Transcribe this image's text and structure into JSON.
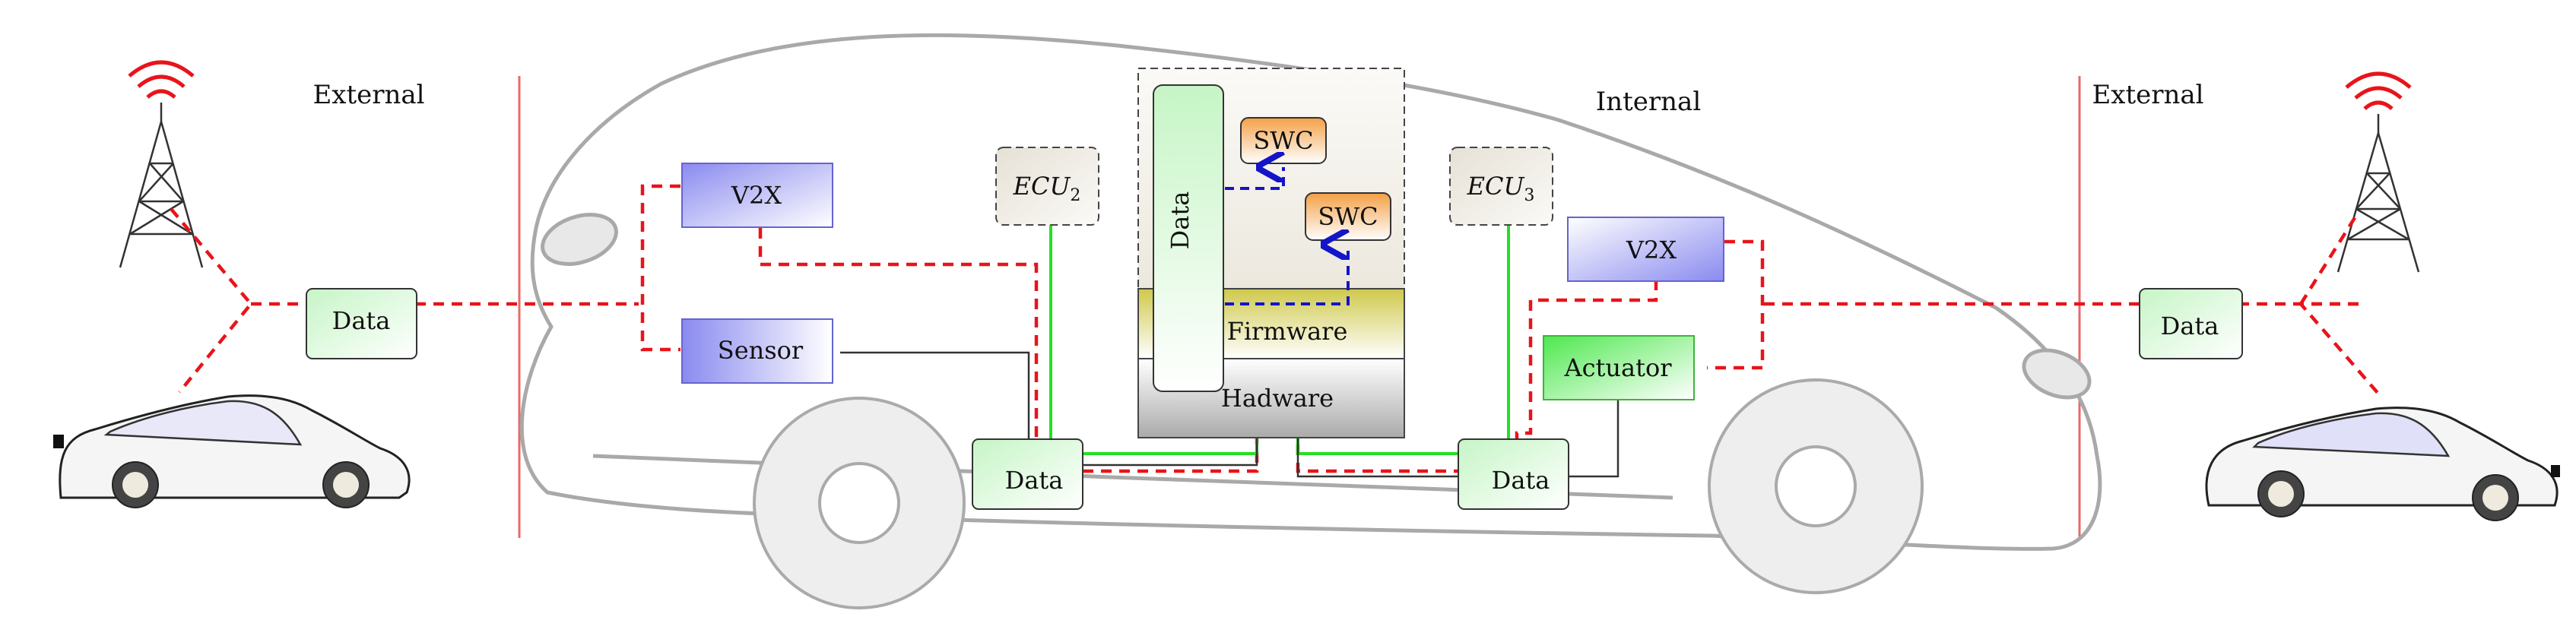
{
  "labels": {
    "external_left": "External",
    "internal": "Internal",
    "external_right": "External"
  },
  "nodes": {
    "v2x_left": "V2X",
    "sensor": "Sensor",
    "ecu2_base": "ECU",
    "ecu2_sub": "2",
    "ecu3_base": "ECU",
    "ecu3_sub": "3",
    "data_vertical": "Data",
    "swc_top": "SWC",
    "swc_bottom": "SWC",
    "firmware": "Firmware",
    "hardware": "Hadware",
    "v2x_right": "V2X",
    "actuator": "Actuator",
    "data_left_outer": "Data",
    "data_bottom_left": "Data",
    "data_bottom_right": "Data",
    "data_right_outer": "Data"
  },
  "colors": {
    "car_outline": "#a9a9a9",
    "attack_path": "#e8141a",
    "internal_path": "#1414c8",
    "green_bus": "#22e022",
    "v2x_fill": "#9d9df2",
    "data_fill": "#d8f8d8",
    "swc_fill": "#f5a552",
    "actuator_fill": "#6ee86e",
    "firmware_fill": "#d2cc5a",
    "hardware_fill": "#bbbbbb"
  },
  "icons": {
    "tower_left": "radio-tower-icon",
    "tower_right": "radio-tower-icon",
    "car_left": "car-icon",
    "car_right": "car-icon"
  }
}
